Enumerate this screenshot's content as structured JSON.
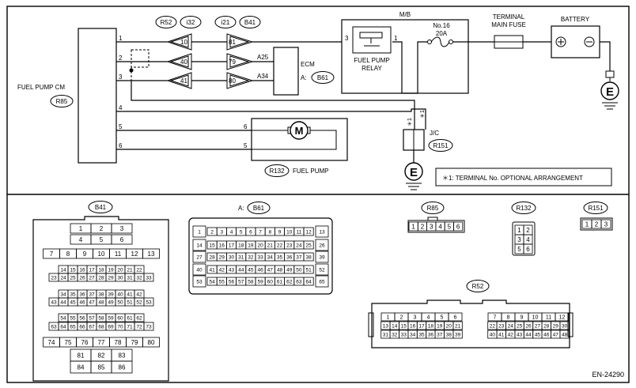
{
  "diagram_code": "EN-24290",
  "modules": {
    "fuel_pump_cm": {
      "label": "FUEL PUMP CM",
      "code": "R85"
    },
    "ecm": {
      "label": "ECM",
      "connector_prefix": "A:",
      "connector": "B61"
    },
    "mb": {
      "label": "M/B"
    },
    "fuel_pump_relay": {
      "label_line1": "FUEL PUMP",
      "label_line2": "RELAY"
    },
    "fuse": {
      "label": "No.16",
      "rating": "20A"
    },
    "main_fuse": {
      "label_line1": "TERMINAL",
      "label_line2": "MAIN FUSE"
    },
    "battery": {
      "label": "BATTERY"
    },
    "fuel_pump": {
      "code": "R132",
      "label": "FUEL PUMP",
      "motor_symbol": "M"
    },
    "jc": {
      "label": "J/C",
      "code": "R151",
      "star_label": "＊1"
    },
    "ground_symbol": "E"
  },
  "connector_headers": {
    "r52": "R52",
    "i32": "i32",
    "i21": "i21",
    "b41": "B41"
  },
  "pins": {
    "cm": [
      "1",
      "2",
      "3",
      "4",
      "5",
      "6"
    ],
    "r52_i32": [
      "10",
      "40",
      "41"
    ],
    "i21_b41": [
      "81",
      "79",
      "80"
    ],
    "ecm_inputs": [
      "A25",
      "A34"
    ],
    "relay": [
      "3",
      "1"
    ],
    "pump": [
      "6",
      "5"
    ]
  },
  "note": "＊1: TERMINAL No. OPTIONAL ARRANGEMENT",
  "connector_views": {
    "b41": {
      "title": "B41",
      "rows": [
        [
          "1",
          "2",
          "3"
        ],
        [
          "4",
          "5",
          "6"
        ],
        [
          "7",
          "8",
          "9",
          "10",
          "11",
          "12",
          "13"
        ],
        [
          "14",
          "15",
          "16",
          "17",
          "18",
          "19",
          "20",
          "21",
          "22"
        ],
        [
          "23",
          "24",
          "25",
          "26",
          "27",
          "28",
          "29",
          "30",
          "31",
          "32",
          "33"
        ],
        [
          "34",
          "35",
          "36",
          "37",
          "38",
          "39",
          "40",
          "41",
          "42"
        ],
        [
          "43",
          "44",
          "45",
          "46",
          "47",
          "48",
          "49",
          "50",
          "51",
          "52",
          "53"
        ],
        [
          "54",
          "55",
          "56",
          "57",
          "58",
          "59",
          "60",
          "61",
          "62"
        ],
        [
          "63",
          "64",
          "65",
          "66",
          "67",
          "68",
          "69",
          "70",
          "71",
          "72",
          "73"
        ],
        [
          "74",
          "75",
          "76",
          "77",
          "78",
          "79",
          "80"
        ],
        [
          "81",
          "82",
          "83"
        ],
        [
          "84",
          "85",
          "86"
        ]
      ]
    },
    "b61": {
      "prefix": "A:",
      "title": "B61",
      "left_col": [
        "1",
        "14",
        "27",
        "40",
        "53"
      ],
      "right_col": [
        "13",
        "26",
        "39",
        "52",
        "65"
      ],
      "rows": [
        [
          "2",
          "3",
          "4",
          "5",
          "6",
          "7",
          "8",
          "9",
          "10",
          "11",
          "12"
        ],
        [
          "15",
          "16",
          "17",
          "18",
          "19",
          "20",
          "21",
          "22",
          "23",
          "24",
          "25"
        ],
        [
          "28",
          "29",
          "30",
          "31",
          "32",
          "33",
          "34",
          "35",
          "36",
          "37",
          "38"
        ],
        [
          "41",
          "42",
          "43",
          "44",
          "45",
          "46",
          "47",
          "48",
          "49",
          "50",
          "51"
        ],
        [
          "54",
          "55",
          "56",
          "57",
          "58",
          "59",
          "60",
          "61",
          "62",
          "63",
          "64"
        ]
      ]
    },
    "r85": {
      "title": "R85",
      "pins": [
        "1",
        "2",
        "3",
        "4",
        "5",
        "6"
      ]
    },
    "r132": {
      "title": "R132",
      "pins": [
        [
          "1",
          "2"
        ],
        [
          "3",
          "4"
        ],
        [
          "5",
          "6"
        ]
      ]
    },
    "r151": {
      "title": "R151",
      "pins": [
        "1",
        "2",
        "3"
      ]
    },
    "r52": {
      "title": "R52",
      "left": [
        [
          "1",
          "2",
          "3",
          "4",
          "5",
          "6"
        ],
        [
          "13",
          "14",
          "15",
          "16",
          "17",
          "18",
          "19",
          "20",
          "21"
        ],
        [
          "31",
          "32",
          "33",
          "34",
          "35",
          "36",
          "37",
          "38",
          "39"
        ]
      ],
      "right": [
        [
          "7",
          "8",
          "9",
          "10",
          "11",
          "12"
        ],
        [
          "22",
          "23",
          "24",
          "25",
          "26",
          "27",
          "28",
          "29",
          "30"
        ],
        [
          "40",
          "41",
          "42",
          "43",
          "44",
          "45",
          "46",
          "47",
          "48"
        ]
      ]
    }
  }
}
